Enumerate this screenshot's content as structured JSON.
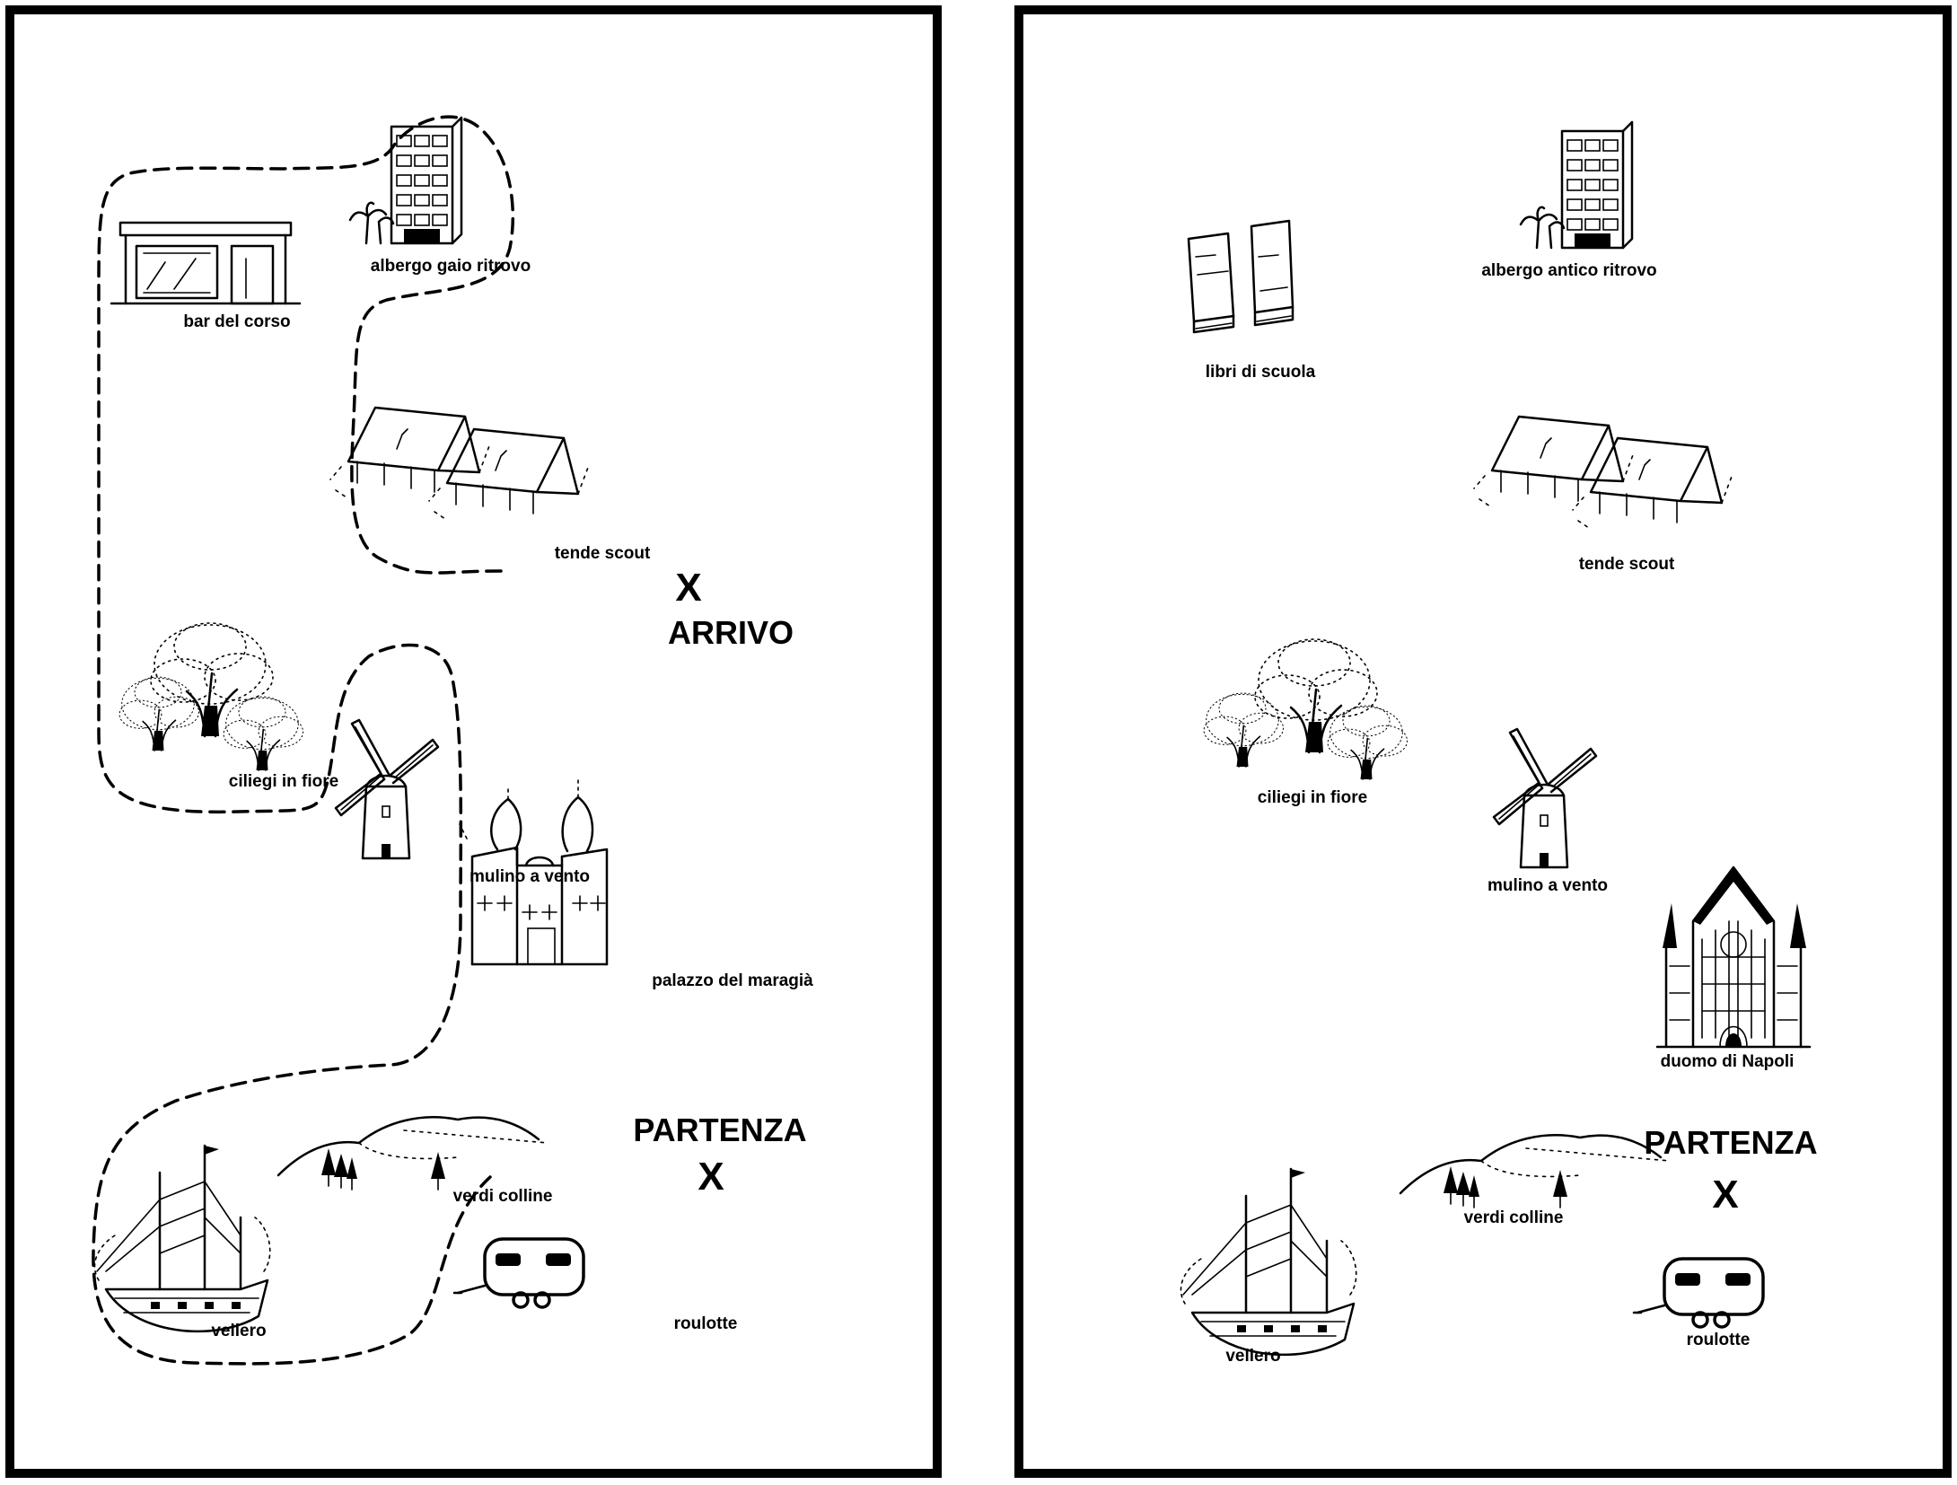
{
  "colors": {
    "ink": "#000000",
    "paper": "#ffffff"
  },
  "left_map": {
    "landmarks": {
      "bar": {
        "label": "bar del corso",
        "icon": "bar-icon"
      },
      "hotel": {
        "label": "albergo gaio ritrovo",
        "icon": "hotel-icon"
      },
      "tents": {
        "label": "tende scout",
        "icon": "tent-icon"
      },
      "trees": {
        "label": "ciliegi in fiore",
        "icon": "tree-icon"
      },
      "windmill": {
        "label": "mulino a vento",
        "icon": "windmill-icon"
      },
      "palace": {
        "label": "palazzo del maragià",
        "icon": "palace-icon"
      },
      "hills": {
        "label": "verdi colline",
        "icon": "hills-icon"
      },
      "ship": {
        "label": "veliero",
        "icon": "sailing-ship-icon"
      },
      "caravan": {
        "label": "roulotte",
        "icon": "caravan-icon"
      }
    },
    "markers": {
      "arrival_label": "ARRIVO",
      "arrival_mark": "X",
      "start_label": "PARTENZA",
      "start_mark": "X"
    }
  },
  "right_map": {
    "landmarks": {
      "books": {
        "label": "libri di scuola",
        "icon": "books-icon"
      },
      "hotel": {
        "label": "albergo antico ritrovo",
        "icon": "hotel-icon"
      },
      "tents": {
        "label": "tende scout",
        "icon": "tent-icon"
      },
      "trees": {
        "label": "ciliegi in fiore",
        "icon": "tree-icon"
      },
      "windmill": {
        "label": "mulino a vento",
        "icon": "windmill-icon"
      },
      "cathedral": {
        "label": "duomo di Napoli",
        "icon": "cathedral-icon"
      },
      "hills": {
        "label": "verdi colline",
        "icon": "hills-icon"
      },
      "ship": {
        "label": "veliero",
        "icon": "sailing-ship-icon"
      },
      "caravan": {
        "label": "roulotte",
        "icon": "caravan-icon"
      }
    },
    "markers": {
      "start_label": "PARTENZA",
      "start_mark": "X"
    }
  }
}
